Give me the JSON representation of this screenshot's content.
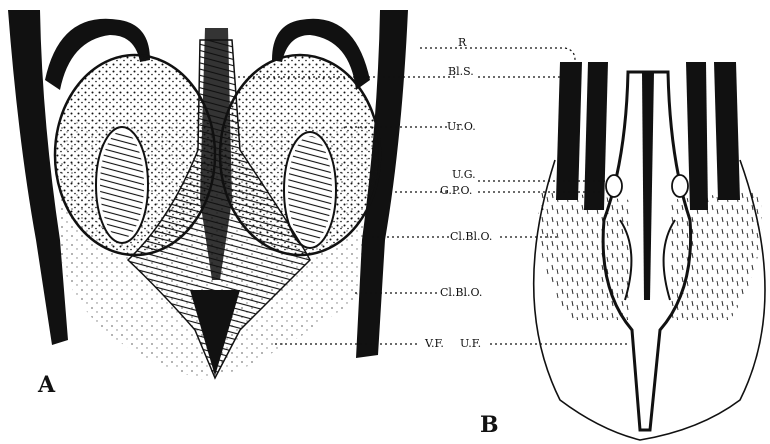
{
  "figure": {
    "panel_a_letter": "A",
    "panel_b_letter": "B",
    "labels": {
      "r": "R",
      "bls": "Bl.S.",
      "uro": "Ur.O.",
      "ug": "U.G.",
      "gpo": "G.P.O.",
      "clblo_upper": "Cl.Bl.O.",
      "clblo_lower": "Cl.Bl.O.",
      "vf": "V.F.",
      "uf": "U.F."
    }
  },
  "colors": {
    "ink": "#111111",
    "paper": "#ffffff"
  }
}
